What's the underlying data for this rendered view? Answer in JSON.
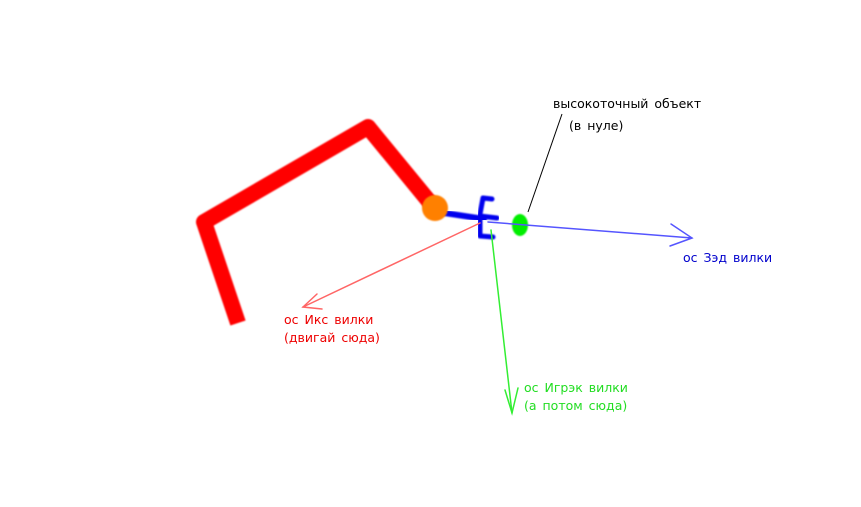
{
  "colors": {
    "arm": "#ff0000",
    "joint": "#ff8000",
    "gripper": "#0000ee",
    "object": "#00ee00",
    "pointer": "#000000",
    "x_axis": "#ff6666",
    "y_axis": "#33ee33",
    "z_axis": "#5555ff",
    "x_label": "#ee0000",
    "y_label": "#22dd22",
    "z_label": "#0000cc",
    "object_label": "#000000"
  },
  "labels": {
    "object_title": "высокоточный объект",
    "object_note": "(в нуле)",
    "z_axis": "ос Зэд вилки",
    "x_axis": "ос Икс вилки",
    "x_axis_note": "(двигай сюда)",
    "y_axis": "ос Игрэк вилки",
    "y_axis_note": "(а потом сюда)"
  }
}
